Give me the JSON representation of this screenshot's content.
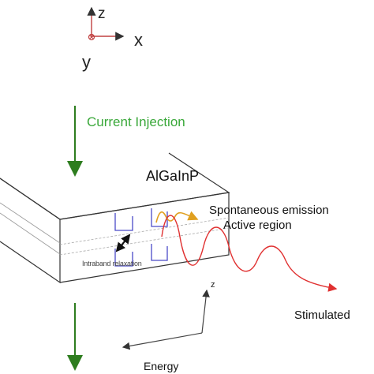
{
  "axes_triad": {
    "z_label": "z",
    "x_label": "x",
    "y_label": "y"
  },
  "current_injection": {
    "label": "Current Injection"
  },
  "device": {
    "material_label": "AlGaInP",
    "spontaneous_label": "Spontaneous emission",
    "active_label": "Active region",
    "intraband_label": "Intraband relaxation"
  },
  "emission": {
    "stimulated_label": "Stimulated"
  },
  "band_axes": {
    "z_label": "z",
    "energy_label": "Energy"
  },
  "colors": {
    "injection_arrow": "#2e7d1f",
    "injection_text": "#3aa83a",
    "band_edges": "#4a4ac8",
    "spontaneous_photon": "#e0a020",
    "stimulated_wave": "#e03030",
    "device_outline": "#333333"
  },
  "icons": {
    "origin": "circled-cross-icon",
    "electron_hole_pair": "double-arrow-icon"
  }
}
